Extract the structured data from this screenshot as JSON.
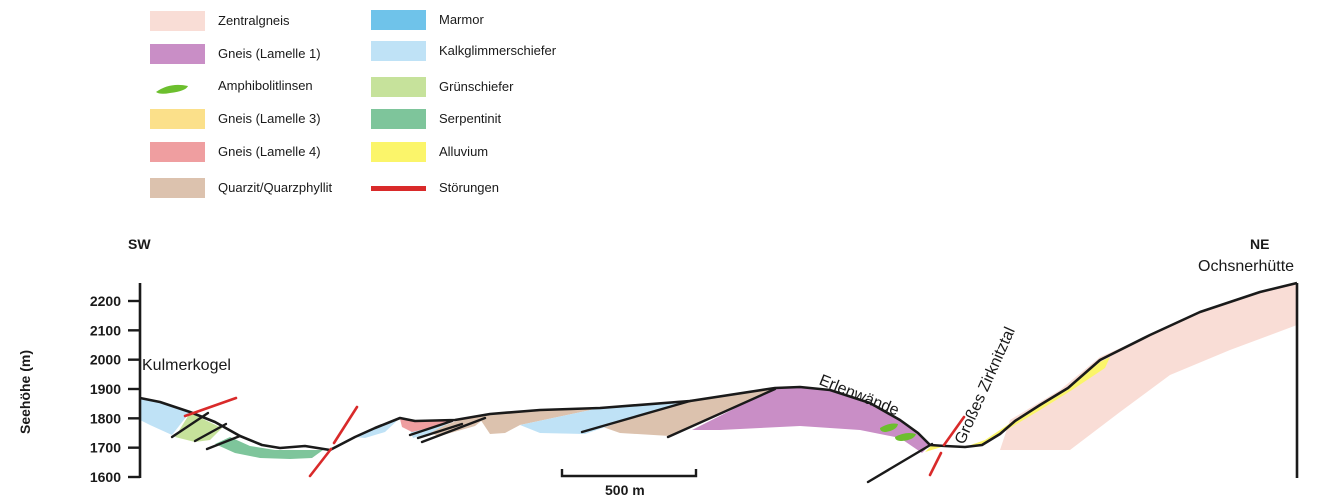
{
  "legend": {
    "items": [
      {
        "id": "zentralgneis",
        "label": "Zentralgneis",
        "color": "#f9ddd6",
        "kind": "box"
      },
      {
        "id": "gneis1",
        "label": "Gneis (Lamelle 1)",
        "color": "#c98ec6",
        "kind": "box"
      },
      {
        "id": "amphibolit",
        "label": "Amphibolitlinsen",
        "color": "#6cbf2e",
        "kind": "lens"
      },
      {
        "id": "gneis3",
        "label": "Gneis (Lamelle 3)",
        "color": "#fbe08a",
        "kind": "box"
      },
      {
        "id": "gneis4",
        "label": "Gneis (Lamelle 4)",
        "color": "#ef9ea0",
        "kind": "box"
      },
      {
        "id": "quarzit",
        "label": "Quarzit/Quarzphyllit",
        "color": "#dcc2ae",
        "kind": "box"
      },
      {
        "id": "marmor",
        "label": "Marmor",
        "color": "#6fc3ea",
        "kind": "box"
      },
      {
        "id": "kalkglimmer",
        "label": "Kalkglimmerschiefer",
        "color": "#bfe2f6",
        "kind": "box"
      },
      {
        "id": "gruenschiefer",
        "label": "Grünschiefer",
        "color": "#c6e29b",
        "kind": "box"
      },
      {
        "id": "serpentinit",
        "label": "Serpentinit",
        "color": "#7ec59b",
        "kind": "box"
      },
      {
        "id": "alluvium",
        "label": "Alluvium",
        "color": "#fbf56a",
        "kind": "box"
      },
      {
        "id": "stoerungen",
        "label": "Störungen",
        "color": "#d92a2a",
        "kind": "line"
      }
    ]
  },
  "section": {
    "sw_label": "SW",
    "ne_label": "NE",
    "ne_place": "Ochsnerhütte",
    "places": [
      {
        "id": "kulmerkogel",
        "label": "Kulmerkogel"
      },
      {
        "id": "erlenwaende",
        "label": "Erlenwände"
      },
      {
        "id": "zirknitztal",
        "label": "Großes Zirknitztal"
      }
    ],
    "y_axis": {
      "title": "Seehöhe (m)",
      "ticks": [
        1600,
        1700,
        1800,
        1900,
        2000,
        2100,
        2200
      ]
    },
    "scale_bar": "500 m"
  }
}
